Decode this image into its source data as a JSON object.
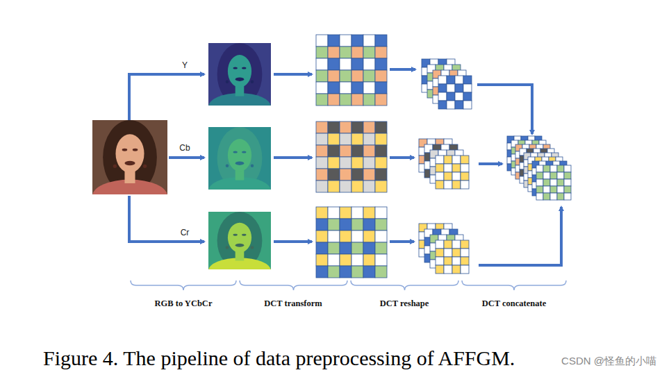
{
  "diagram": {
    "caption": "Figure 4. The pipeline of data preprocessing of AFFGM.",
    "labels": [
      "Y",
      "Cb",
      "Cr",
      "RGB to YCbCr",
      "DCT transform",
      "DCT reshape",
      "DCT concatenate",
      "CSDN @怪鱼的小喵"
    ]
  }
}
